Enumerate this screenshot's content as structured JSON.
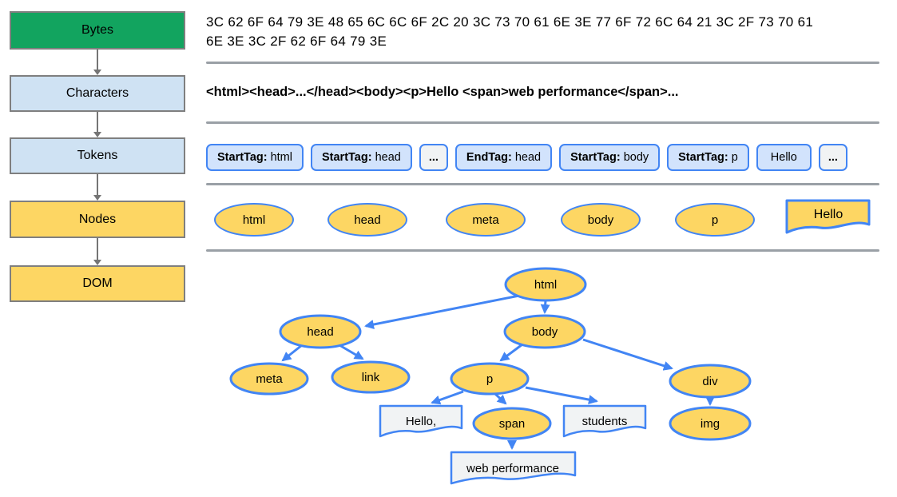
{
  "pipeline": {
    "stages": [
      {
        "label": "Bytes"
      },
      {
        "label": "Characters"
      },
      {
        "label": "Tokens"
      },
      {
        "label": "Nodes"
      },
      {
        "label": "DOM"
      }
    ]
  },
  "rows": {
    "bytes": {
      "text": "3C 62 6F 64 79 3E 48 65 6C 6C 6F 2C 20 3C 73 70 61 6E 3E 77 6F 72 6C 64 21 3C 2F 73 70 61\n6E 3E 3C 2F 62 6F 64 79 3E"
    },
    "characters": {
      "text": "<html><head>...</head><body><p>Hello <span>web performance</span>..."
    },
    "tokens": {
      "items": [
        {
          "type": "StartTag:",
          "value": "html"
        },
        {
          "type": "StartTag:",
          "value": "head"
        },
        {
          "type": "ellipsis",
          "value": "..."
        },
        {
          "type": "EndTag:",
          "value": "head"
        },
        {
          "type": "StartTag:",
          "value": "body"
        },
        {
          "type": "StartTag:",
          "value": "p"
        },
        {
          "type": "text",
          "value": "Hello"
        },
        {
          "type": "ellipsis",
          "value": "..."
        }
      ]
    },
    "nodes": {
      "items": [
        "html",
        "head",
        "meta",
        "body",
        "p"
      ],
      "text_node": "Hello"
    },
    "dom": {
      "html": "html",
      "head": "head",
      "body": "body",
      "meta": "meta",
      "link": "link",
      "p": "p",
      "div": "div",
      "span": "span",
      "img": "img",
      "text_hello": "Hello,",
      "text_students": "students",
      "text_webperf": "web performance"
    }
  },
  "colors": {
    "stage_bytes_fill": "#12a45f",
    "stage_characters_fill": "#cfe2f3",
    "stage_tokens_fill": "#cfe2f3",
    "stage_nodes_fill": "#fdd663",
    "stage_dom_fill": "#fdd663",
    "node_fill": "#fdd663",
    "token_fill": "#d2e3fc",
    "doc_text_fill": "#f1f3f4",
    "blue_outline": "#4285f4",
    "gray_border": "#7f7f7f",
    "divider": "#9aa0a6"
  }
}
